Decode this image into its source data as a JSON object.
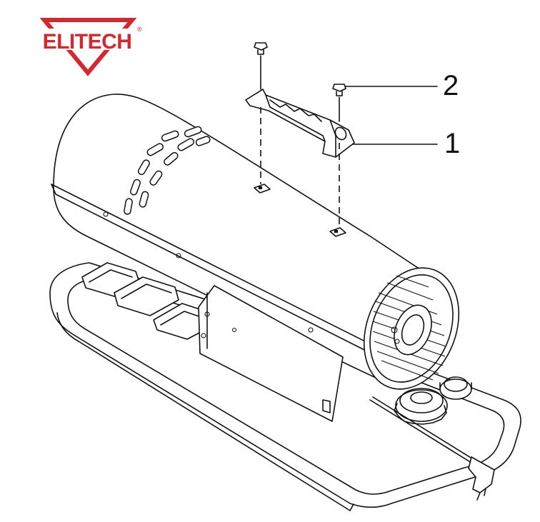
{
  "brand": {
    "name": "ELITECH",
    "mark": "®",
    "color": "#d7262e"
  },
  "callouts": [
    {
      "number": "1",
      "part": "handle"
    },
    {
      "number": "2",
      "part": "screw"
    }
  ],
  "icons": [
    "elitech-logo",
    "heater-body-drawing",
    "handle-drawing",
    "screw-drawing"
  ]
}
